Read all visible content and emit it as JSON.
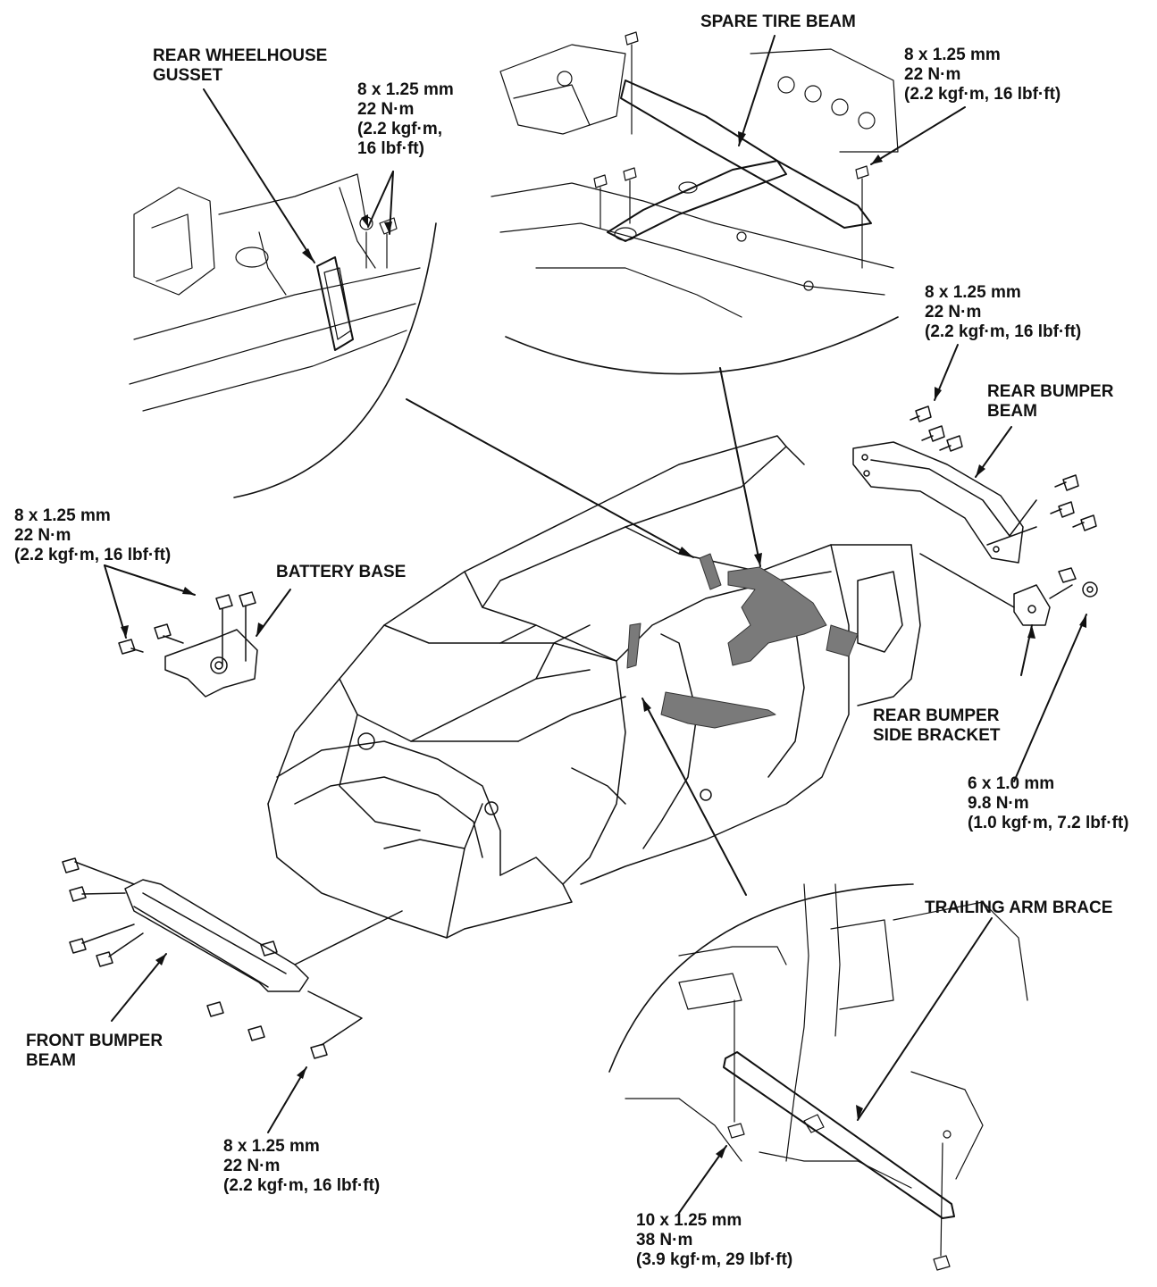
{
  "labels": {
    "rear_wheelhouse_gusset": [
      "REAR WHEELHOUSE",
      "GUSSET"
    ],
    "spare_tire_beam": [
      "SPARE TIRE BEAM"
    ],
    "rear_bumper_beam": [
      "REAR BUMPER",
      "BEAM"
    ],
    "battery_base": [
      "BATTERY BASE"
    ],
    "rear_bumper_side_bracket": [
      "REAR BUMPER",
      "SIDE BRACKET"
    ],
    "front_bumper_beam": [
      "FRONT BUMPER",
      "BEAM"
    ],
    "trailing_arm_brace": [
      "TRAILING ARM BRACE"
    ]
  },
  "specs": {
    "gusset_bolt": [
      "8 x 1.25 mm",
      "22 N·m",
      "(2.2 kgf·m,",
      "16 lbf·ft)"
    ],
    "spare_tire_bolt": [
      "8 x 1.25 mm",
      "22 N·m",
      "(2.2 kgf·m, 16 lbf·ft)"
    ],
    "rear_bumper_beam_bolt": [
      "8 x 1.25 mm",
      "22 N·m",
      "(2.2 kgf·m, 16 lbf·ft)"
    ],
    "battery_base_bolt": [
      "8 x 1.25 mm",
      "22 N·m",
      "(2.2 kgf·m, 16 lbf·ft)"
    ],
    "side_bracket_nut": [
      "6 x 1.0 mm",
      "9.8 N·m",
      "(1.0 kgf·m, 7.2 lbf·ft)"
    ],
    "front_bumper_beam_bolt": [
      "8 x 1.25 mm",
      "22 N·m",
      "(2.2 kgf·m, 16 lbf·ft)"
    ],
    "trailing_arm_bolt": [
      "10 x 1.25 mm",
      "38 N·m",
      "(3.9 kgf·m, 29 lbf·ft)"
    ]
  },
  "colors": {
    "ink": "#111111",
    "shade": "#7a7a7a",
    "paper": "#ffffff"
  }
}
